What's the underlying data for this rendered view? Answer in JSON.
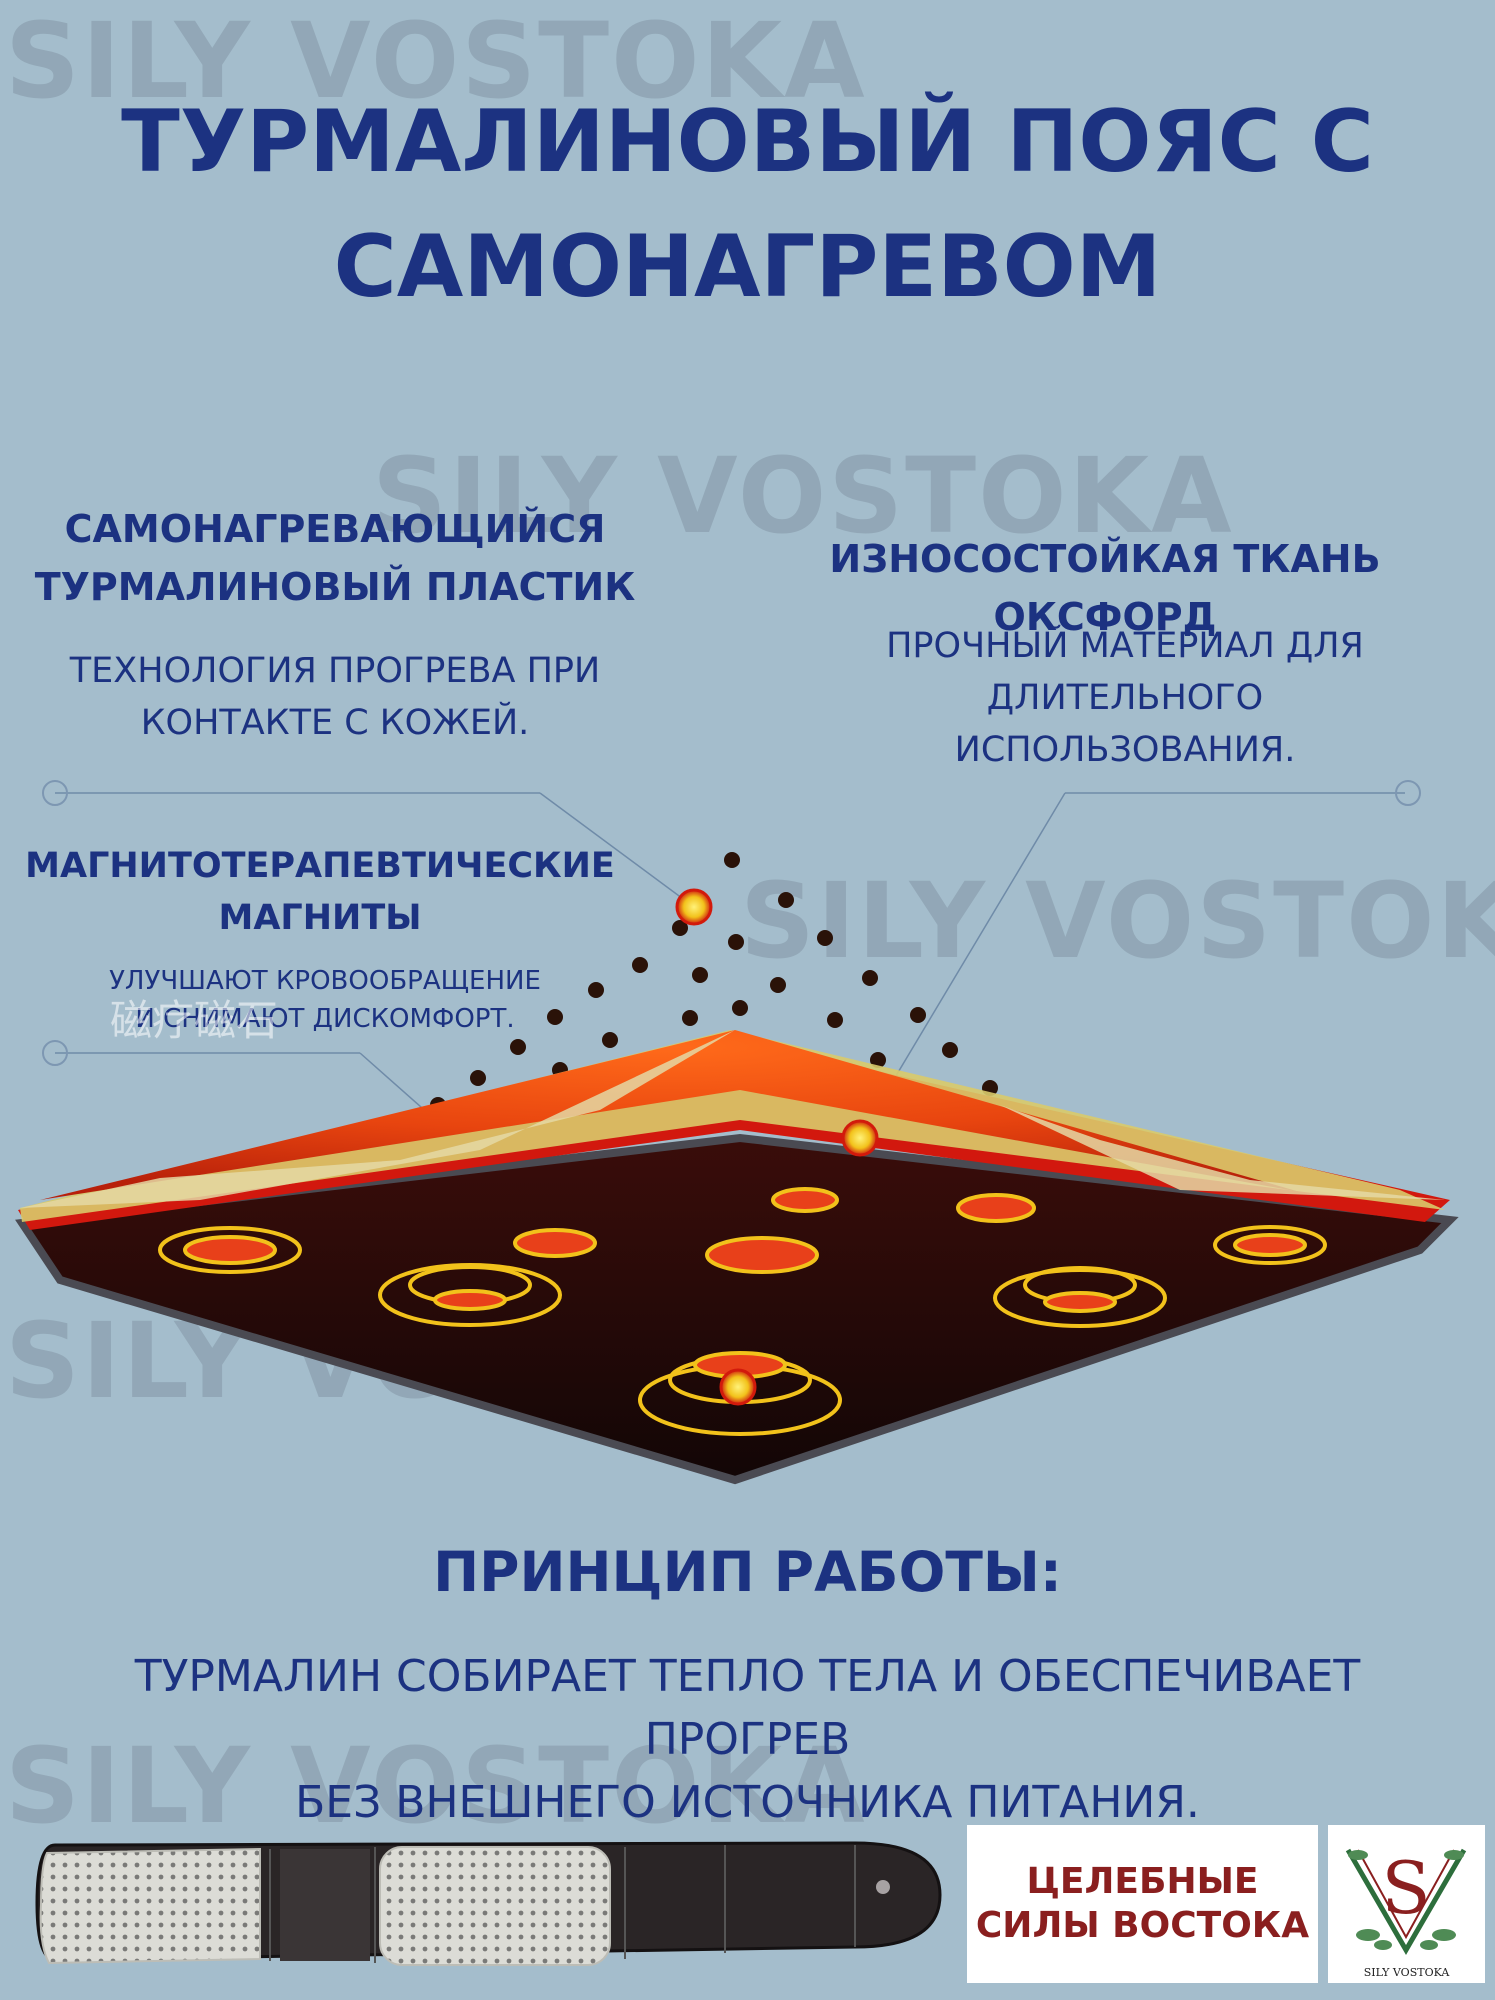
{
  "watermark": "SILY VOSTOKA",
  "title": {
    "line1": "ТУРМАЛИНОВЫЙ ПОЯС С",
    "line2": "САМОНАГРЕВОМ"
  },
  "features": {
    "heating_plastic": {
      "title_line1": "САМОНАГРЕВАЮЩИЙСЯ",
      "title_line2": "ТУРМАЛИНОВЫЙ ПЛАСТИК",
      "text_line1": "ТЕХНОЛОГИЯ ПРОГРЕВА ПРИ",
      "text_line2": "КОНТАКТЕ С КОЖЕЙ."
    },
    "oxford_fabric": {
      "title": "ИЗНОСОСТОЙКАЯ ТКАНЬ ОКСФОРД",
      "text_line1": "ПРОЧНЫЙ МАТЕРИАЛ ДЛЯ",
      "text_line2": "ДЛИТЕЛЬНОГО",
      "text_line3": "ИСПОЛЬЗОВАНИЯ."
    },
    "magnets": {
      "title_line1": "МАГНИТОТЕРАПЕВТИЧЕСКИЕ",
      "title_line2": "МАГНИТЫ",
      "text_line1": "УЛУЧШАЮТ КРОВООБРАЩЕНИЕ",
      "text_line2": "И СНИМАЮТ ДИСКОМФОРТ."
    }
  },
  "image_overlay_text": "磁疗磁石",
  "principle": {
    "title": "ПРИНЦИП РАБОТЫ:",
    "text_line1": "ТУРМАЛИН СОБИРАЕТ ТЕПЛО ТЕЛА И ОБЕСПЕЧИВАЕТ ПРОГРЕВ",
    "text_line2": "БЕЗ ВНЕШНЕГО ИСТОЧНИКА ПИТАНИЯ."
  },
  "brand": {
    "line1": "ЦЕЛЕБНЫЕ",
    "line2": "СИЛЫ ВОСТОКА",
    "logo_letter": "S",
    "logo_caption": "SILY VOSTOKA"
  },
  "colors": {
    "background": "#a4bdcc",
    "heading": "#1c3281",
    "brand_text": "#8a1f1f",
    "heat_orange": "#e6581a",
    "magnet_yellow": "#f2c21b"
  }
}
